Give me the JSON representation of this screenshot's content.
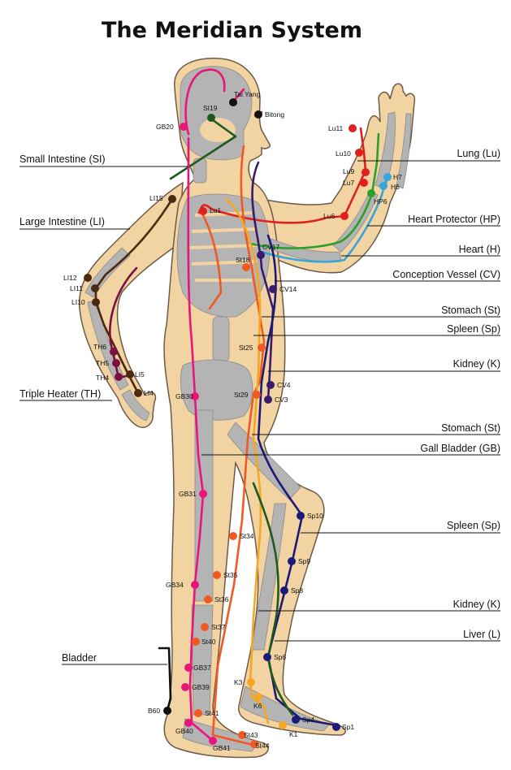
{
  "title": "The Meridian System",
  "colors": {
    "skin": "#f2d3a2",
    "skin_outline": "#6b5a48",
    "bone": "#b4b4b4",
    "small_intestine": "#1a5a1f",
    "large_intestine": "#4a2a10",
    "triple_heater": "#7b1040",
    "lung": "#e0201c",
    "heart_protector": "#2aa02a",
    "heart": "#35a5dc",
    "stomach": "#f05a22",
    "spleen": "#1c1a78",
    "kidney": "#f5a623",
    "conception_vessel": "#3a1a6b",
    "gall_bladder": "#e8157a",
    "bladder": "#101010",
    "liver": "#1d5a1d"
  },
  "left_labels": {
    "small_intestine": "Small Intestine (SI)",
    "large_intestine": "Large Intestine (LI)",
    "triple_heater": "Triple Heater (TH)",
    "bladder": "Bladder"
  },
  "right_labels": {
    "lung": "Lung (Lu)",
    "heart_protector": "Heart Protector (HP)",
    "heart": "Heart (H)",
    "conception_vessel": "Conception Vessel (CV)",
    "stomach_upper": "Stomach (St)",
    "spleen_upper": "Spleen (Sp)",
    "kidney_upper": "Kidney (K)",
    "stomach_lower": "Stomach (St)",
    "gall_bladder": "Gall Bladder (GB)",
    "spleen_lower": "Spleen (Sp)",
    "kidney_lower": "Kidney (K)",
    "liver": "Liver (L)"
  },
  "points": {
    "tai_yang": "Tai Yang",
    "bitong": "Bitong",
    "si19": "SI19",
    "gb20": "GB20",
    "li15": "LI15",
    "lu1": "Lu1",
    "li12": "LI12",
    "li11": "LI11",
    "li10": "LI10",
    "th6": "TH6",
    "th5": "TH5",
    "th4": "TH4",
    "li5": "LI5",
    "li4": "LI4",
    "gb30": "GB30",
    "lu11": "Lu11",
    "lu10": "Lu10",
    "lu9": "Lu9",
    "lu7": "Lu7",
    "lu6": "Lu6",
    "h7": "H7",
    "h6": "H6",
    "hp6": "HP6",
    "cv17": "CV17",
    "st18": "St18",
    "cv14": "CV14",
    "st25": "St25",
    "cv4": "CV4",
    "st29": "St29",
    "cv3": "CV3",
    "gb31": "GB31",
    "sp10": "Sp10",
    "st34": "St34",
    "sp9": "Sp9",
    "st35": "St35",
    "gb34": "GB34",
    "sp8": "Sp8",
    "st36": "St36",
    "st37": "St37",
    "st40": "St40",
    "sp6": "Sp6",
    "gb37": "GB37",
    "k3": "K3",
    "gb39": "GB39",
    "k6": "K6",
    "st41": "St41",
    "sp4": "Sp4",
    "b60": "B60",
    "sp1": "Sp1",
    "gb40": "GB40",
    "k1": "K1",
    "st43": "St43",
    "gb41": "GB41",
    "st44": "St44"
  }
}
